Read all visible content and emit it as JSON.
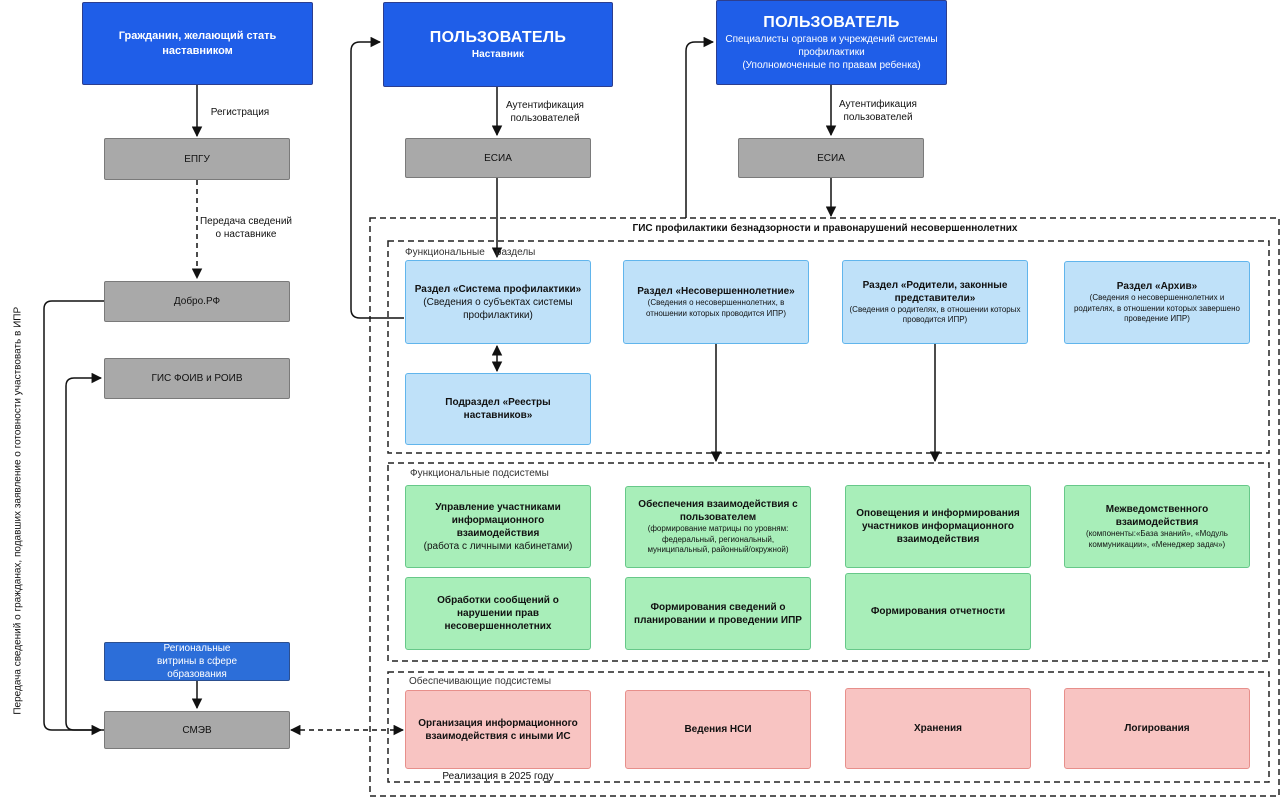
{
  "nodes": {
    "citizen": "Гражданин, желающий стать наставником",
    "user1_title": "ПОЛЬЗОВАТЕЛЬ",
    "user1_sub": "Наставник",
    "user2_title": "ПОЛЬЗОВАТЕЛЬ",
    "user2_sub": "Специалисты органов и учреждений системы профилактики",
    "user2_sub2": "(Уполномоченные по правам ребенка)",
    "epgu": "ЕПГУ",
    "esia1": "ЕСИА",
    "esia2": "ЕСИА",
    "dobro": "Добро.РФ",
    "gis_foiv": "ГИС ФОИВ и РОИВ",
    "regional": "Региональные витрины в сфере образования",
    "smev": "СМЭВ"
  },
  "edges": {
    "registration": "Регистрация",
    "transfer": "Передача сведений о наставнике",
    "auth1": "Аутентификация пользователей",
    "auth2": "Аутентификация пользователей",
    "vertical": "Передача сведений о гражданах, подавших заявление о готовности участвовать в ИПР"
  },
  "gis": {
    "title": "ГИС профилактики безнадзорности и правонарушений несовершеннолетних",
    "functional_sections": {
      "label": "Функциональные    разделы",
      "s1_title": "Раздел «Система профилактики»",
      "s1_sub": "(Сведения о субъектах системы профилактики)",
      "s2_title": "Раздел «Несовершеннолетние»",
      "s2_sub": "(Сведения о несовершеннолетних, в отношении которых проводится ИПР)",
      "s3_title": "Раздел «Родители, законные представители»",
      "s3_sub": "(Сведения о родителях, в отношении которых проводится ИПР)",
      "s4_title": "Раздел «Архив»",
      "s4_sub": "(Сведения о несовершеннолетних и родителях, в отношении которых завершено проведение ИПР)",
      "s5_title": "Подраздел «Реестры наставников»"
    },
    "functional_subsystems": {
      "label": "Функциональные подсистемы",
      "f1_title": "Управление участниками информационного взаимодействия",
      "f1_sub": "(работа с личными кабинетами)",
      "f2_title": "Обеспечения взаимодействия с пользователем",
      "f2_sub": "(формирование матрицы по уровням: федеральный, региональный, муниципальный, районный/окружной)",
      "f3_title": "Оповещения и информирования участников информационного взаимодействия",
      "f4_title": "Межведомственного взаимодействия",
      "f4_sub": "(компоненты:«База знаний», «Модуль коммуникации», «Менеджер задач»)",
      "f5_title": "Обработки сообщений о нарушении прав несовершеннолетних",
      "f6_title": "Формирования сведений о планировании и проведении ИПР",
      "f7_title": "Формирования отчетности"
    },
    "support_subsystems": {
      "label": "Обеспечивающие подсистемы",
      "p1_title": "Организация информационного взаимодействия с иными ИС",
      "p1_note": "Реализация в 2025 году",
      "p2_title": "Ведения НСИ",
      "p3_title": "Хранения",
      "p4_title": "Логирования"
    }
  }
}
